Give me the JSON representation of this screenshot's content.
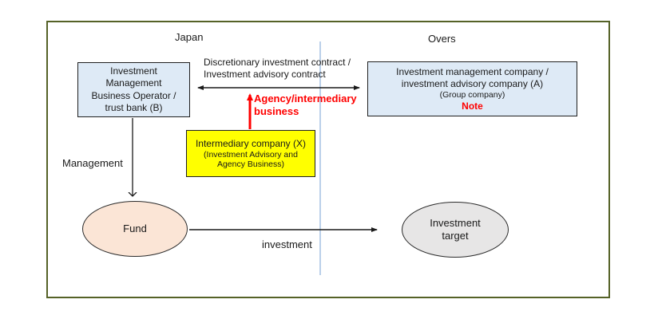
{
  "regions": {
    "japan": "Japan",
    "overseas": "Overs"
  },
  "nodes": {
    "operator_b": {
      "label": "Investment\nManagement\nBusiness Operator /\ntrust bank (B)"
    },
    "company_a": {
      "label": "Investment management company /\ninvestment advisory company (A)",
      "sub_label": "(Group company)",
      "note": "Note"
    },
    "intermediary_x": {
      "label": "Intermediary company (X)",
      "sub_label": "(Investment Advisory and\nAgency Business)"
    },
    "fund": {
      "label": "Fund"
    },
    "investment_target": {
      "label": "Investment\ntarget"
    }
  },
  "edges": {
    "contract": {
      "label": "Discretionary investment contract /\nInvestment advisory contract"
    },
    "agency": {
      "label": "Agency/intermediary\nbusiness"
    },
    "management": {
      "label": "Management"
    },
    "investment": {
      "label": "investment"
    }
  },
  "colors": {
    "frame_border": "#556227",
    "divider_line": "#a9c4e4",
    "box_blue_fill": "#deeaf6",
    "box_yellow_fill": "#ffff00",
    "fund_fill": "#fbe5d6",
    "target_fill": "#e7e6e6",
    "accent_red": "#ff0000",
    "line_black": "#1a1a1a"
  }
}
